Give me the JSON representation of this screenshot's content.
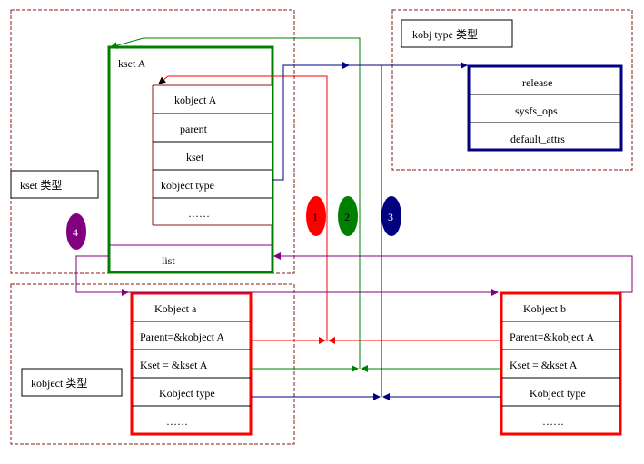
{
  "kobj_type": {
    "label": "kobj type 类型",
    "fields": [
      "release",
      "sysfs_ops",
      "default_attrs"
    ]
  },
  "kset_type": {
    "label": "kset 类型",
    "title": "kset A",
    "list_label": "list",
    "embedded_kobject": [
      "kobject A",
      "parent",
      "kset",
      "kobject type",
      "……"
    ]
  },
  "kobject_type": {
    "label": "kobject 类型",
    "kobject_a": [
      "Kobject a",
      "Parent=&kobject A",
      "Kset = &kset A",
      "Kobject type",
      "……"
    ],
    "kobject_b": [
      "Kobject b",
      "Parent=&kobject A",
      "Kset = &kset A",
      "Kobject type",
      "……"
    ]
  },
  "markers": [
    {
      "label": "1",
      "color": "#ff0000"
    },
    {
      "label": "2",
      "color": "#008000"
    },
    {
      "label": "3",
      "color": "#000080"
    },
    {
      "label": "4",
      "color": "#800080"
    }
  ],
  "colors": {
    "kset_border": "#008000",
    "kobj_type_border": "#000080",
    "kobject_border": "#ff0000",
    "region_border": "#8b1a1a",
    "list_link": "#800080"
  }
}
